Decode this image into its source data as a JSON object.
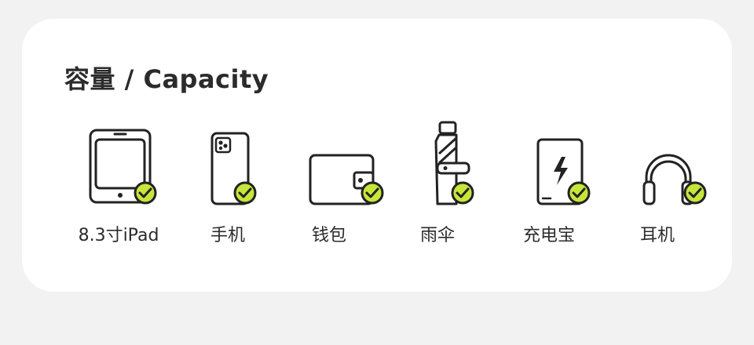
{
  "capacity": {
    "title": "容量 / Capacity",
    "check_color": "#c6e63b",
    "items": [
      {
        "label": "8.3寸iPad",
        "icon": "tablet-icon"
      },
      {
        "label": "手机",
        "icon": "phone-icon"
      },
      {
        "label": "钱包",
        "icon": "wallet-icon"
      },
      {
        "label": "雨伞",
        "icon": "umbrella-icon"
      },
      {
        "label": "充电宝",
        "icon": "power-bank-icon"
      },
      {
        "label": "耳机",
        "icon": "headphones-icon"
      }
    ]
  }
}
